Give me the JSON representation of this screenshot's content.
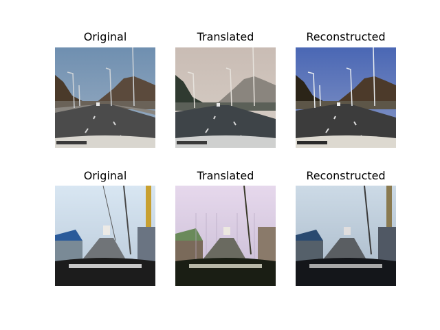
{
  "rows": [
    {
      "panels": [
        {
          "title": "Original",
          "scene": "highway-day-clear"
        },
        {
          "title": "Translated",
          "scene": "highway-day-hazy"
        },
        {
          "title": "Reconstructed",
          "scene": "highway-day-saturated"
        }
      ]
    },
    {
      "panels": [
        {
          "title": "Original",
          "scene": "street-foggy"
        },
        {
          "title": "Translated",
          "scene": "street-foggy-artifacts"
        },
        {
          "title": "Reconstructed",
          "scene": "street-foggy-dark"
        }
      ]
    }
  ],
  "colors": {
    "background": "#ffffff",
    "title_text": "#000000"
  }
}
